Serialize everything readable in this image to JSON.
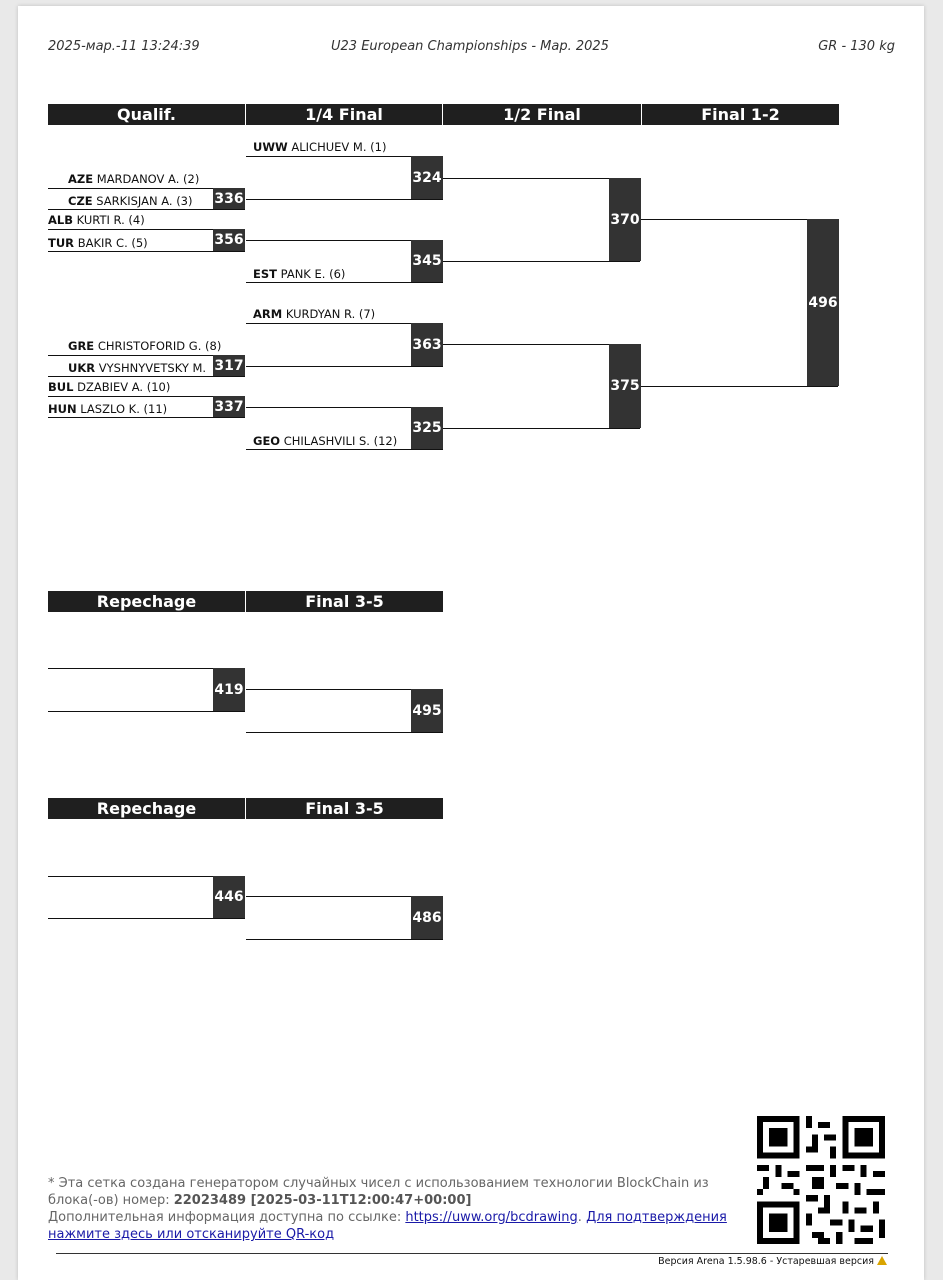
{
  "header": {
    "timestamp": "2025-мар.-11 13:24:39",
    "title": "U23 European Championships - Мар. 2025",
    "category": "GR - 130 kg"
  },
  "main_bracket": {
    "columns": [
      "Qualif.",
      "1/4 Final",
      "1/2 Final",
      "Final 1-2"
    ],
    "wrestlers": [
      {
        "code": "UWW",
        "name": "ALICHUEV M. (1)"
      },
      {
        "code": "AZE",
        "name": "MARDANOV A. (2)"
      },
      {
        "code": "CZE",
        "name": "SARKISJAN A. (3)"
      },
      {
        "code": "ALB",
        "name": "KURTI R. (4)"
      },
      {
        "code": "TUR",
        "name": "BAKIR C. (5)"
      },
      {
        "code": "EST",
        "name": "PANK E. (6)"
      },
      {
        "code": "ARM",
        "name": "KURDYAN R. (7)"
      },
      {
        "code": "GRE",
        "name": "CHRISTOFORID G. (8)"
      },
      {
        "code": "UKR",
        "name": "VYSHNYVETSKY M."
      },
      {
        "code": "BUL",
        "name": "DZABIEV A. (10)"
      },
      {
        "code": "HUN",
        "name": "LASZLO K. (11)"
      },
      {
        "code": "GEO",
        "name": "CHILASHVILI S. (12)"
      }
    ],
    "bouts": [
      "336",
      "356",
      "317",
      "337",
      "324",
      "345",
      "363",
      "325",
      "370",
      "375",
      "496"
    ]
  },
  "repechage_1": {
    "columns": [
      "Repechage",
      "Final 3-5"
    ],
    "bouts": [
      "419",
      "495"
    ]
  },
  "repechage_2": {
    "columns": [
      "Repechage",
      "Final 3-5"
    ],
    "bouts": [
      "446",
      "486"
    ]
  },
  "footer": {
    "line1": "* Эта сетка создана генератором случайных чисел с использованием технологии BlockChain из",
    "line2_prefix": "блока(-ов) номер: ",
    "block_ref": "22023489 [2025-03-11T12:00:47+00:00]",
    "line3_prefix": "Дополнительная информация доступна по ссылке: ",
    "link_url": "https://uww.org/bcdrawing",
    "confirm_link": "Для подтверждения нажмите здесь или отсканируйте QR-код",
    "version": "Версия Arena 1.5.98.6 - Устаревшая версия"
  },
  "colors": {
    "header_bar": "#1f1f1f",
    "bout_box": "#333333",
    "link": "#1a1aa8",
    "warning": "#d9a400"
  }
}
